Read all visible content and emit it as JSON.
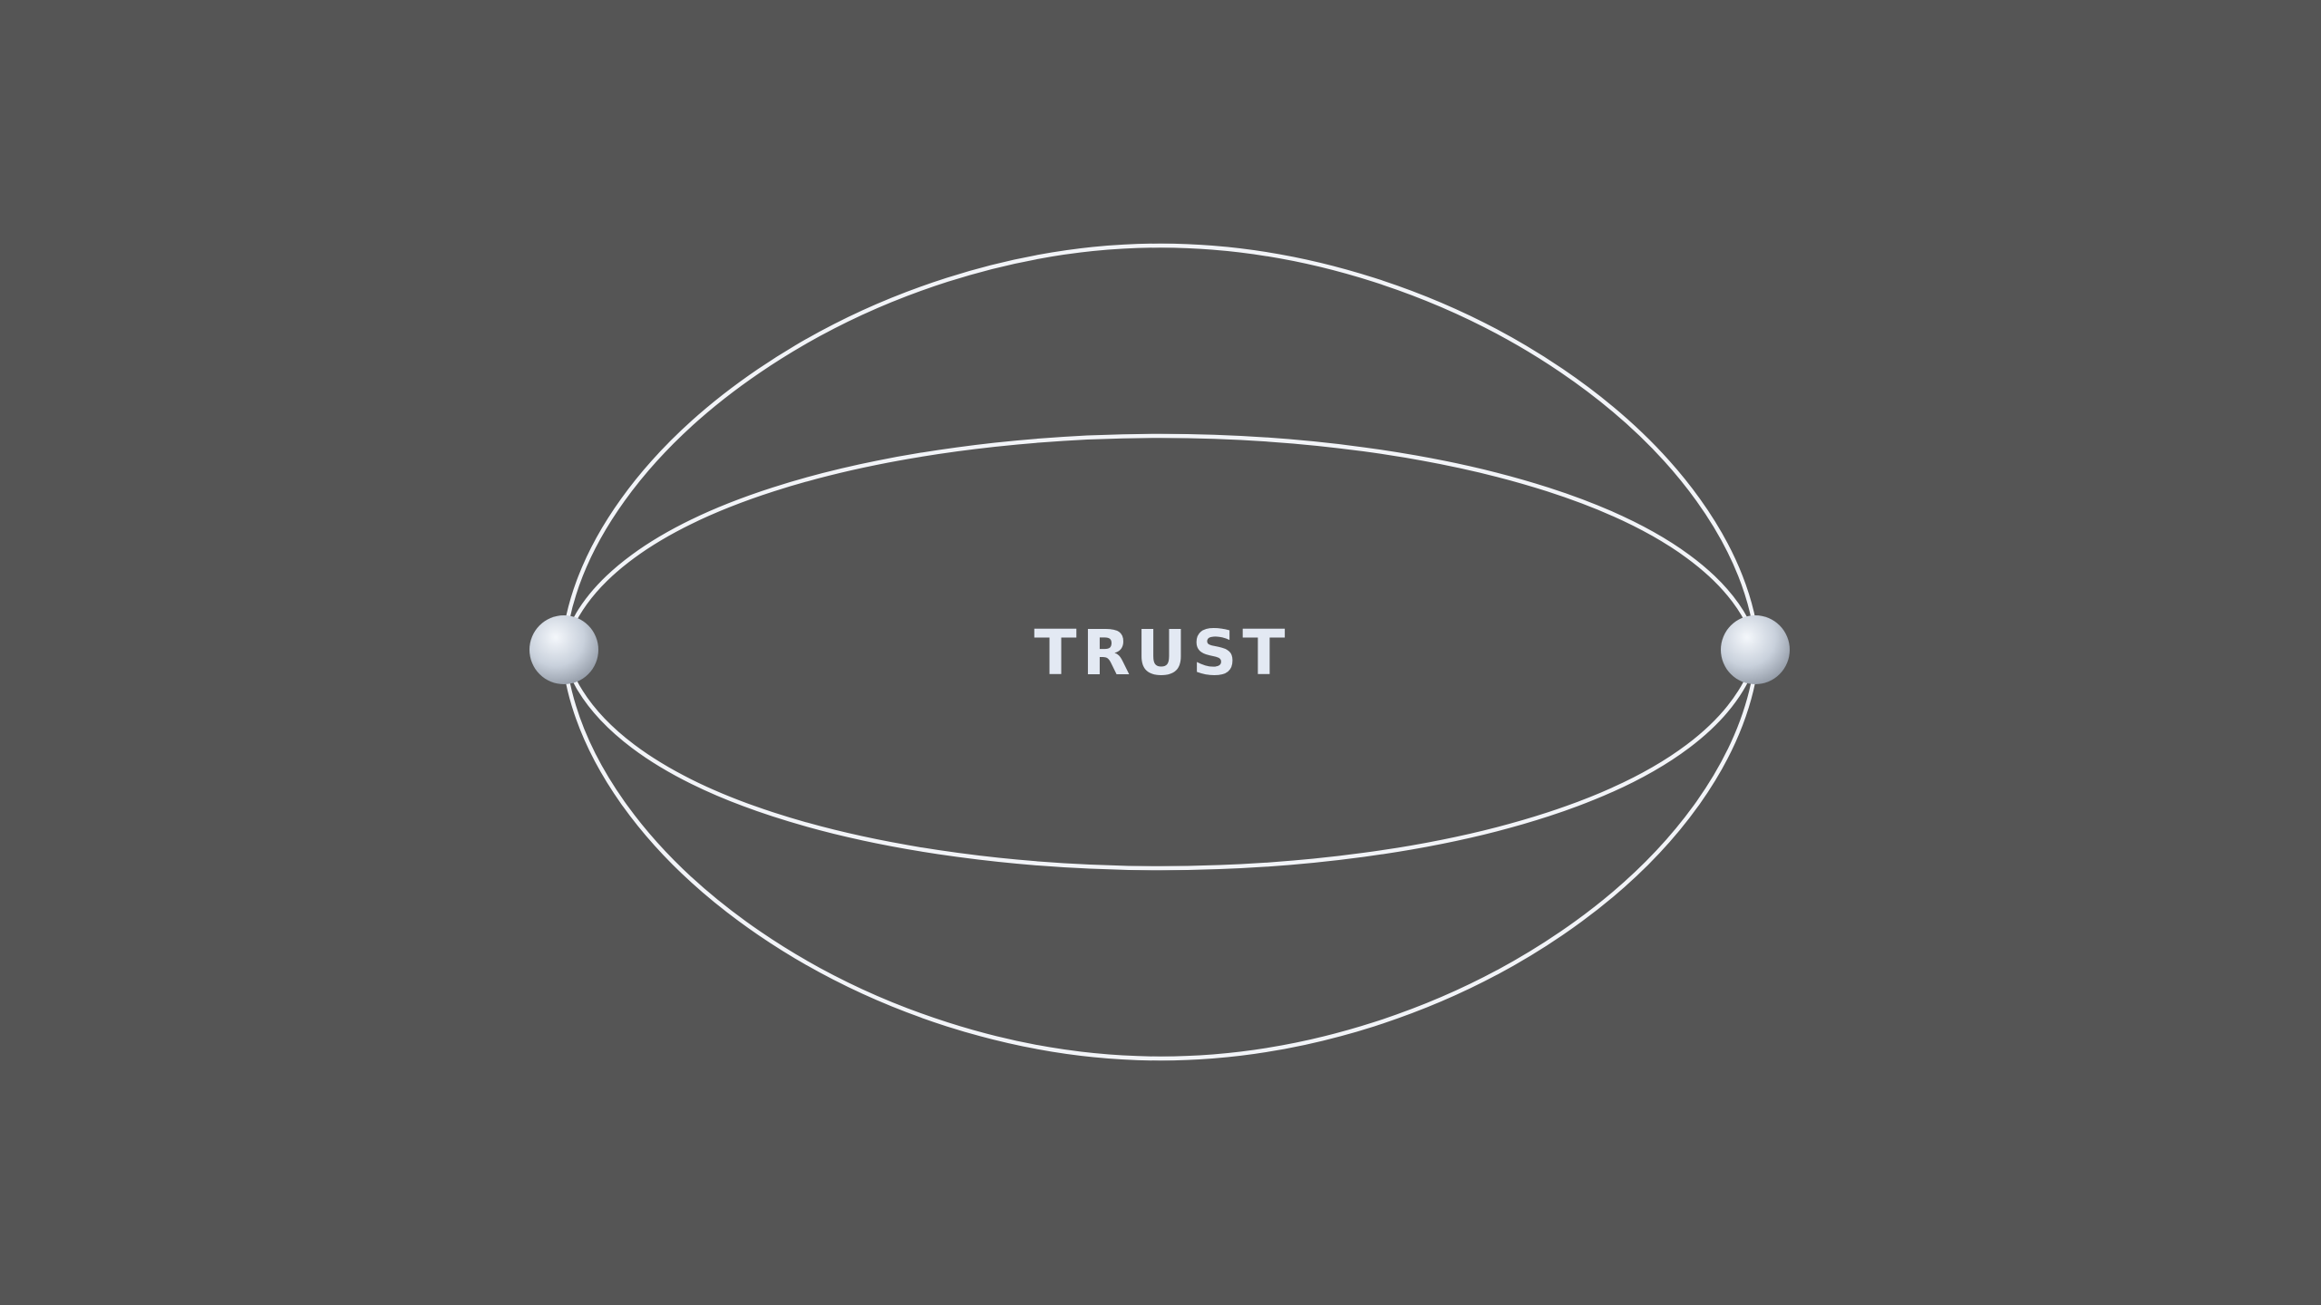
{
  "diagram": {
    "center_label": "TRUST",
    "colors": {
      "background": "#555555",
      "line": "#f2f4f8",
      "label": "#e3e9f3",
      "node_highlight": "#f4f7fb",
      "node_mid": "#c9d1dc",
      "node_shadow": "#8f97a3"
    },
    "nodes": [
      {
        "name": "left-node"
      },
      {
        "name": "right-node"
      }
    ],
    "connections": [
      {
        "name": "outer-top-arc"
      },
      {
        "name": "inner-top-arc"
      },
      {
        "name": "inner-bottom-arc"
      },
      {
        "name": "outer-bottom-arc"
      }
    ]
  }
}
